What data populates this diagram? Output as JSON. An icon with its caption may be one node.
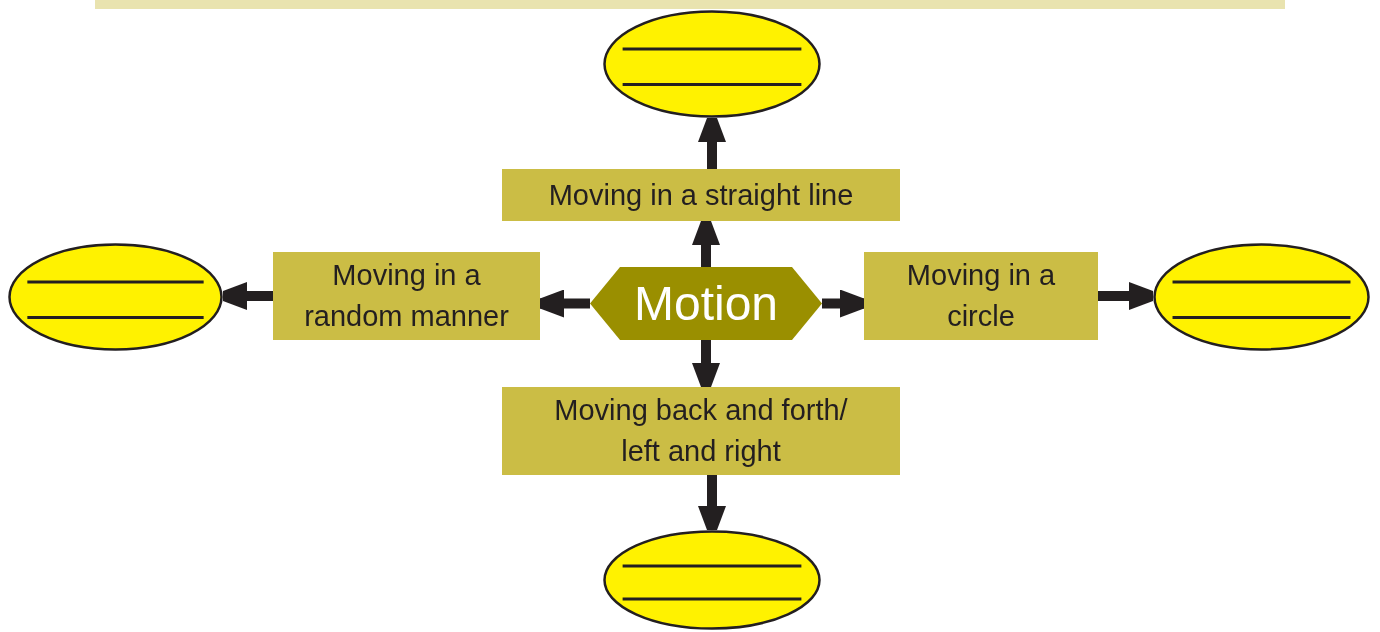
{
  "diagram": {
    "nodes": [
      {
        "text": [
          "Motion"
        ]
      },
      {
        "text": [
          "Moving in a straight line"
        ]
      },
      {
        "text": [
          "Moving in a random manner"
        ]
      },
      {
        "text": [
          "Moving in a circle"
        ]
      },
      {
        "text": [
          "Moving back and forth/ left and right"
        ]
      },
      {
        "text": [],
        "shape": "ellipse"
      },
      {
        "text": [],
        "shape": "ellipse"
      },
      {
        "text": [],
        "shape": "ellipse"
      },
      {
        "text": [],
        "shape": "ellipse"
      }
    ],
    "edges": [
      {
        "from": 0,
        "to": 1,
        "arrow": "to"
      },
      {
        "from": 1,
        "to": 5,
        "arrow": "to"
      },
      {
        "from": 0,
        "to": 2,
        "arrow": "to"
      },
      {
        "from": 2,
        "to": 6,
        "arrow": "to"
      },
      {
        "from": 0,
        "to": 3,
        "arrow": "to"
      },
      {
        "from": 3,
        "to": 7,
        "arrow": "to"
      },
      {
        "from": 0,
        "to": 4,
        "arrow": "to"
      },
      {
        "from": 4,
        "to": 8,
        "arrow": "to"
      }
    ]
  }
}
